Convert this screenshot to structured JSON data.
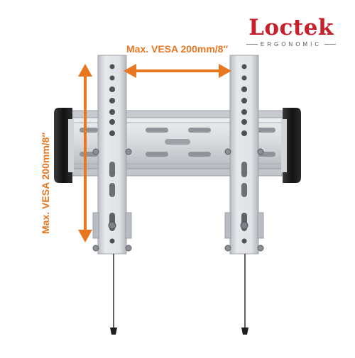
{
  "brand": {
    "name": "Loctek",
    "tagline": "ERGONOMIC",
    "color": "#c8202a"
  },
  "annotations": {
    "horizontal_label": "Max. VESA 200mm/8″",
    "vertical_label": "Max. VESA 200mm/8″",
    "color": "#e87722"
  },
  "product": {
    "subject": "tilting-tv-wall-mount-bracket",
    "metal_color": "#dcdee2",
    "pad_color": "#1b1b1b"
  }
}
